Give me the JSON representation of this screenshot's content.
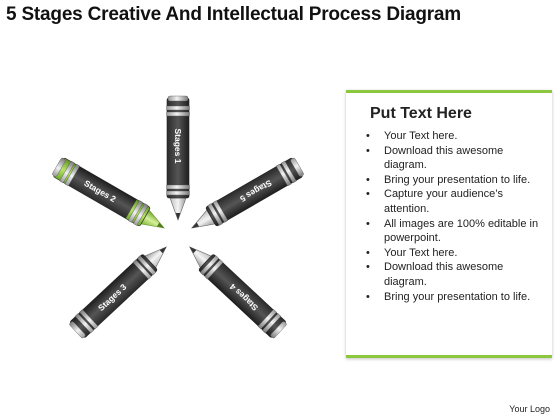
{
  "title": "5 Stages Creative And Intellectual Process Diagram",
  "crayons": [
    {
      "label": "Stages 1",
      "angle": 90,
      "color": "dark"
    },
    {
      "label": "Stages 2",
      "angle": 150,
      "color": "green"
    },
    {
      "label": "Stages 3",
      "angle": 223,
      "color": "dark"
    },
    {
      "label": "Stages 4",
      "angle": 317,
      "color": "dark"
    },
    {
      "label": "Stages 5",
      "angle": 30,
      "color": "dark"
    }
  ],
  "colors": {
    "dark_body": "#4a4a4a",
    "accent_green": "#8dc63f"
  },
  "panel": {
    "title": "Put Text Here",
    "bullet": "•",
    "items": [
      "Your Text here.",
      "Download this awesome diagram.",
      "Bring your presentation to life.",
      "Capture your audience’s attention.",
      "All images are 100% editable in powerpoint.",
      "Your Text here.",
      "Download this awesome diagram.",
      "Bring your presentation to life."
    ]
  },
  "logo": "Your Logo"
}
